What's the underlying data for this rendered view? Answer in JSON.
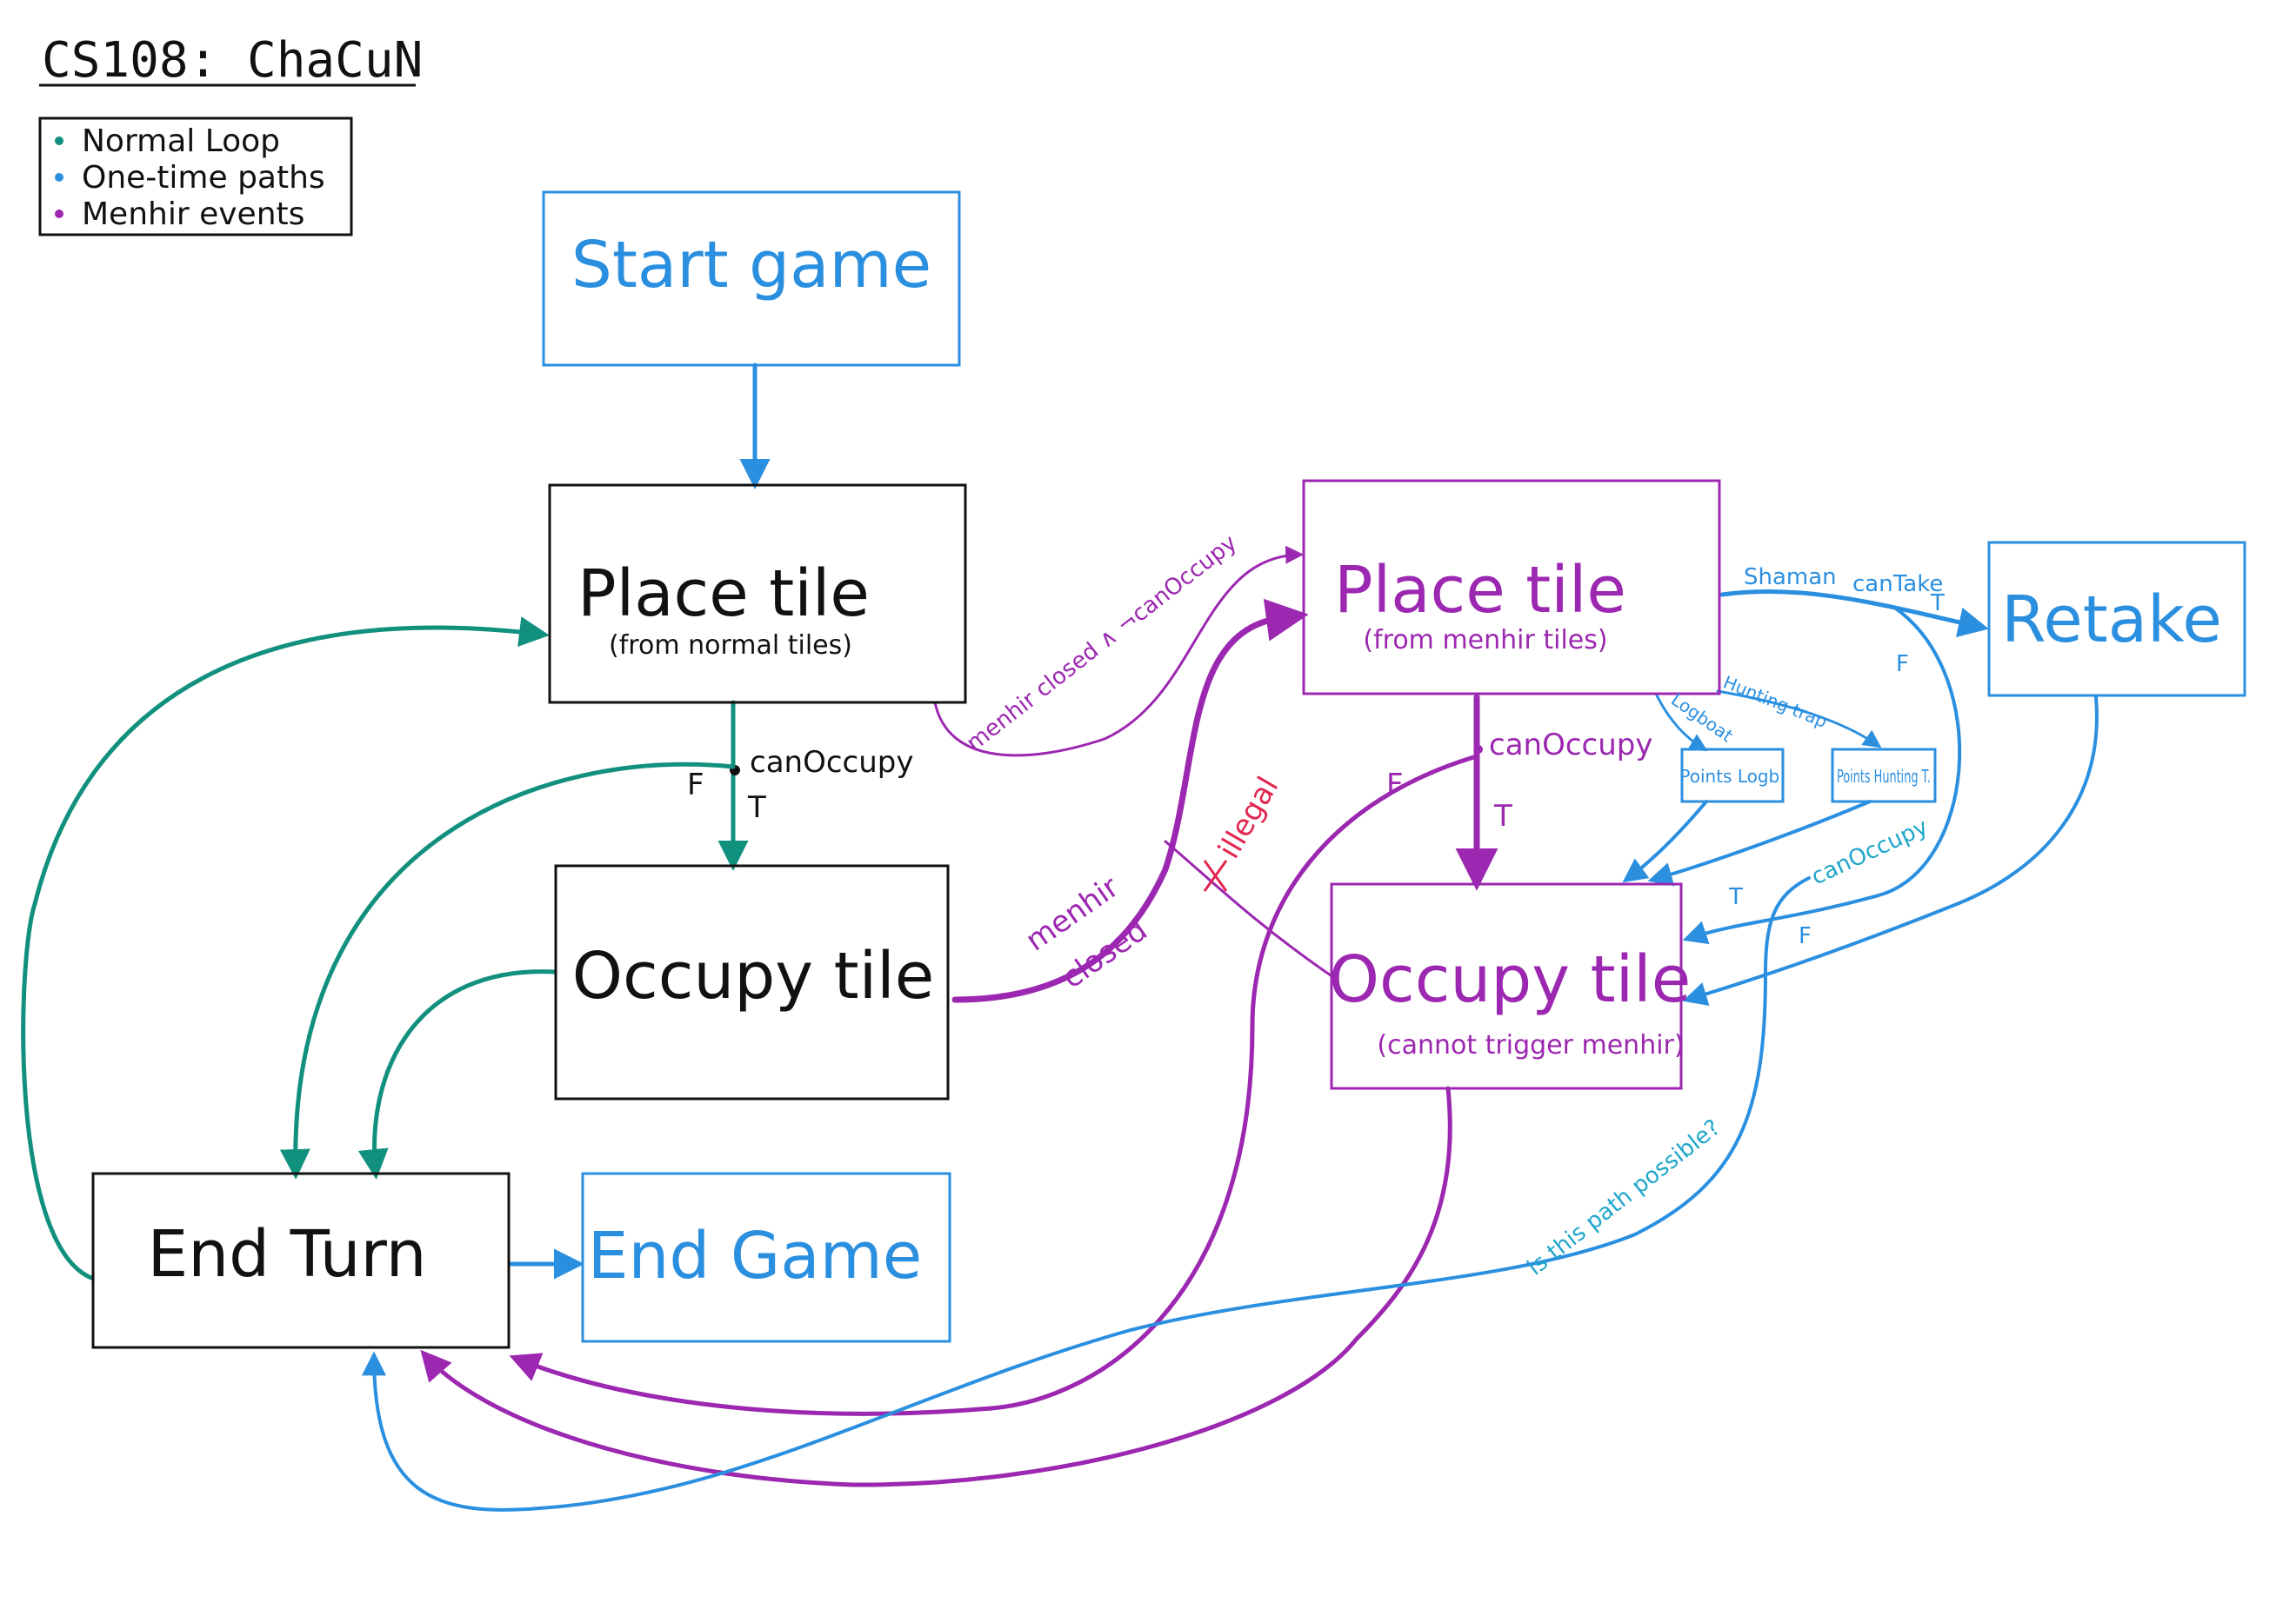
{
  "title": "CS108: ChaCuN",
  "colors": {
    "normal": "#12907e",
    "onetime": "#2b8fe0",
    "menhir": "#9c27b0",
    "black": "#111111",
    "illegal": "#e3264f",
    "question": "#1fa6c9"
  },
  "legend": {
    "items": [
      {
        "label": "Normal Loop",
        "color": "#12907e"
      },
      {
        "label": "One-time paths",
        "color": "#2b8fe0"
      },
      {
        "label": "Menhir events",
        "color": "#9c27b0"
      }
    ]
  },
  "nodes": {
    "start_game": {
      "label": "Start game"
    },
    "place_tile_normal": {
      "label": "Place tile",
      "sub": "(from normal tiles)"
    },
    "occupy_tile_normal": {
      "label": "Occupy tile"
    },
    "end_turn": {
      "label": "End Turn"
    },
    "end_game": {
      "label": "End Game"
    },
    "place_tile_menhir": {
      "label": "Place tile",
      "sub": "(from menhir tiles)"
    },
    "occupy_tile_menhir": {
      "label": "Occupy tile",
      "sub": "(cannot trigger menhir)"
    },
    "retake": {
      "label": "Retake"
    },
    "points_logboat": {
      "label": "Points Logb."
    },
    "points_hunting": {
      "label": "Points Hunting T."
    }
  },
  "edge_labels": {
    "can_occupy_1": "canOccupy",
    "f_1": "F",
    "t_1": "T",
    "menhir_closed_cond": "menhir closed ∧ ¬canOccupy",
    "menhir_closed_1": "menhir",
    "menhir_closed_2": "closed",
    "illegal": "illegal",
    "can_occupy_2": "canOccupy",
    "f_2": "F",
    "t_2": "T",
    "shaman": "Shaman",
    "can_take": "canTake",
    "t_3": "T",
    "f_3": "F",
    "logboat": "Logboat",
    "hunting_trap": "Hunting trap",
    "t_4": "T",
    "f_4": "F",
    "can_occupy_3": "canOccupy",
    "question": "is this path possible?"
  }
}
